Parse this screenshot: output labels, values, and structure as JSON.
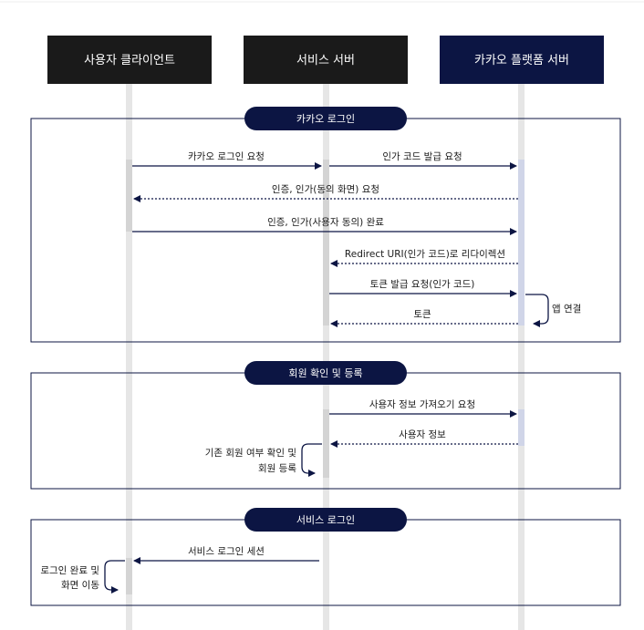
{
  "actors": [
    {
      "id": "client",
      "label": "사용자 클라이언트",
      "color": "#1a1a1a"
    },
    {
      "id": "server",
      "label": "서비스 서버",
      "color": "#1a1a1a"
    },
    {
      "id": "kakao",
      "label": "카카오 플랫폼 서버",
      "color": "#0c1543"
    }
  ],
  "sections": [
    {
      "label": "카카오 로그인"
    },
    {
      "label": "회원 확인 및 등록"
    },
    {
      "label": "서비스 로그인"
    }
  ],
  "messages": [
    {
      "label": "카카오 로그인 요청",
      "from": "client",
      "to": "server",
      "style": "solid"
    },
    {
      "label": "인가 코드 발급 요청",
      "from": "server",
      "to": "kakao",
      "style": "solid"
    },
    {
      "label": "인증, 인가(동의 화면) 요청",
      "from": "kakao",
      "to": "client",
      "style": "dotted"
    },
    {
      "label": "인증, 인가(사용자 동의) 완료",
      "from": "client",
      "to": "kakao",
      "style": "solid"
    },
    {
      "label": "Redirect URI(인가 코드)로 리다이렉션",
      "from": "kakao",
      "to": "server",
      "style": "dotted"
    },
    {
      "label": "토큰 발급 요청(인가 코드)",
      "from": "server",
      "to": "kakao",
      "style": "solid"
    },
    {
      "label": "토큰",
      "from": "kakao",
      "to": "server",
      "style": "dotted"
    },
    {
      "label": "사용자 정보 가져오기 요청",
      "from": "server",
      "to": "kakao",
      "style": "solid"
    },
    {
      "label": "사용자 정보",
      "from": "kakao",
      "to": "server",
      "style": "dotted"
    },
    {
      "label": "서비스 로그인 세션",
      "from": "server",
      "to": "client",
      "style": "solid"
    }
  ],
  "self_notes": [
    {
      "lines": [
        "앱 연결"
      ],
      "actor": "kakao",
      "side": "right"
    },
    {
      "lines": [
        "기존 회원 여부 확인 및",
        "회원 등록"
      ],
      "actor": "server",
      "side": "left"
    },
    {
      "lines": [
        "로그인 완료 및",
        "화면 이동"
      ],
      "actor": "client",
      "side": "left"
    }
  ],
  "colors": {
    "accent": "#0c1543",
    "lifeline": "#e6e6e6",
    "activation": "#d9d9d9",
    "activation_kakao": "#d0d5e8",
    "section_border": "#0c1543"
  }
}
